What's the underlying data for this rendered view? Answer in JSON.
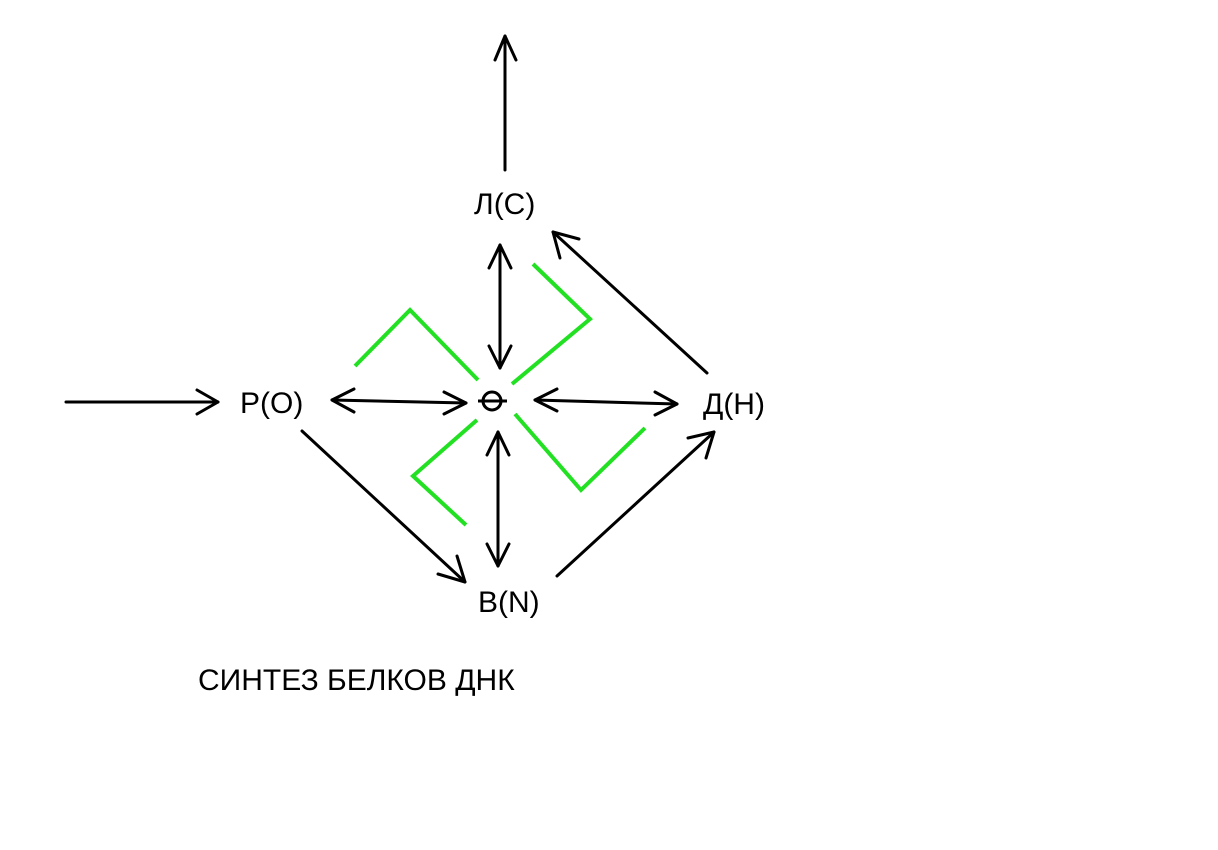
{
  "diagram": {
    "nodes": {
      "top": "Л(С)",
      "left": "Р(О)",
      "right": "Д(Н)",
      "bottom": "В(N)"
    },
    "center_symbol": "center-circle-cross-icon",
    "caption": "СИНТЕЗ БЕЛКОВ ДНК",
    "colors": {
      "arrows": "#000000",
      "green_figure": "#22e022",
      "background": "#ffffff"
    }
  }
}
